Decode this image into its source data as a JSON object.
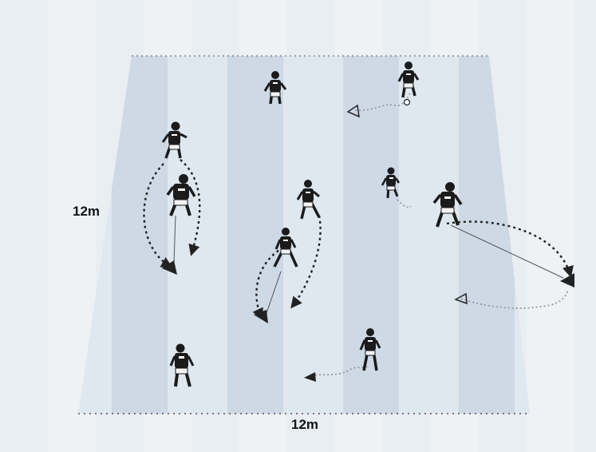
{
  "labels": {
    "side": "12m",
    "bottom": "12m"
  },
  "colors": {
    "background": "#eef2f5",
    "pitch_light": "#dfe7ef",
    "pitch_dark": "#c9d7e4",
    "player": "#1b1b1b",
    "shirt_stripe": "#ffffff",
    "path": "#222222",
    "cone": "#222222"
  },
  "players": [
    {
      "name": "player-top-center",
      "action": "standing"
    },
    {
      "name": "player-top-right",
      "action": "dribbling"
    },
    {
      "name": "player-left-upper",
      "action": "running"
    },
    {
      "name": "player-left-lower",
      "action": "running"
    },
    {
      "name": "player-center-upper",
      "action": "running"
    },
    {
      "name": "player-center-lower",
      "action": "running"
    },
    {
      "name": "player-right-small",
      "action": "dribbling"
    },
    {
      "name": "player-right-large",
      "action": "running"
    },
    {
      "name": "player-bottom-left",
      "action": "standing"
    },
    {
      "name": "player-bottom-center",
      "action": "dribbling"
    }
  ],
  "icons": {
    "cone": "cone-icon",
    "ball": "ball-icon",
    "arrow": "arrowhead-icon"
  }
}
